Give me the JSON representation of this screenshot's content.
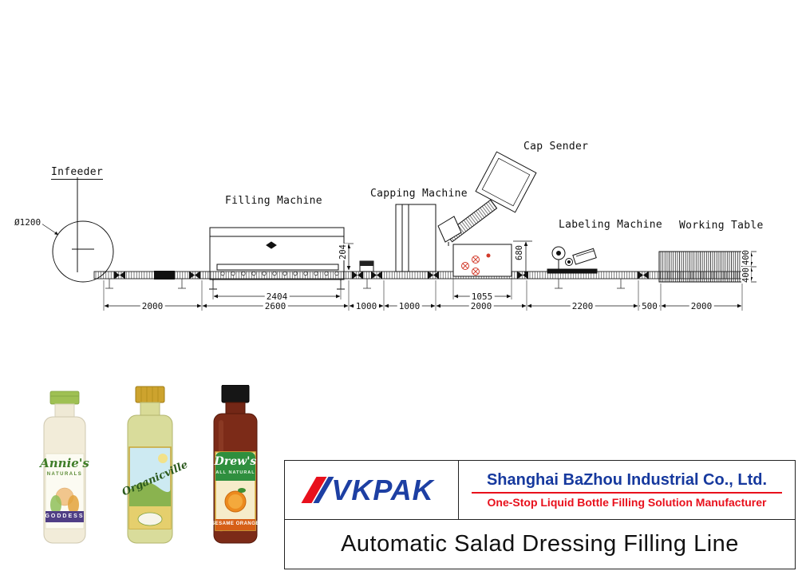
{
  "drawing": {
    "labels": {
      "infeeder": "Infeeder",
      "filling": "Filling Machine",
      "capping": "Capping Machine",
      "cap_sender": "Cap Sender",
      "labeling": "Labeling Machine",
      "working_table": "Working Table"
    },
    "dims": {
      "infeed_dia": "Ø1200",
      "span_infeed": "2000",
      "filling_width": "2404",
      "filling_span": "2600",
      "gap_a": "1000",
      "gap_b": "1000",
      "capper_width": "1055",
      "capper_span": "2000",
      "labeler_span": "2200",
      "gap_c": "500",
      "table_span": "2000",
      "filling_h": "204",
      "capper_h": "680",
      "table_a": "400",
      "table_b": "400"
    }
  },
  "bottles": [
    {
      "brand": "Annie's",
      "sub": "NATURALS",
      "band": "GODDESS"
    },
    {
      "brand": "Organicville"
    },
    {
      "brand": "Drew's",
      "sub": "ALL NATURAL",
      "band": "SESAME ORANGE"
    }
  ],
  "title_block": {
    "logo_text": "VKPAK",
    "company": "Shanghai BaZhou Industrial Co., Ltd.",
    "tagline": "One-Stop Liquid Bottle Filling Solution Manufacturer",
    "product_title": "Automatic Salad Dressing Filling Line"
  },
  "colors": {
    "brand_blue": "#1d3fa3",
    "brand_red": "#e8101c",
    "accent_red": "#d23a2a",
    "line_color": "#111111"
  }
}
